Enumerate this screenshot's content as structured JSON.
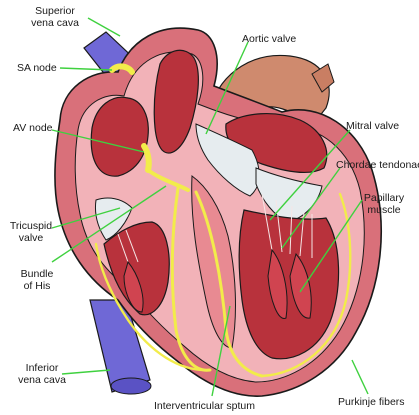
{
  "labels": {
    "superior_vena_cava": [
      "Superior",
      "vena cava"
    ],
    "sa_node": "SA node",
    "aortic_valve": "Aortic valve",
    "av_node": "AV node",
    "mitral_valve": "Mitral valve",
    "chordae_tendonae": "Chordae tendonae",
    "papillary_muscle": [
      "Papillary",
      "muscle"
    ],
    "tricuspid_valve": [
      "Tricuspid",
      "valve"
    ],
    "bundle_of_his": [
      "Bundle",
      "of His"
    ],
    "inferior_vena_cava": [
      "Inferior",
      "vena cava"
    ],
    "interventricular_septum": "Interventricular sptum",
    "purkinje_fibers": "Purkinje fibers"
  },
  "colors": {
    "muscle_outer": "#d9707a",
    "muscle_light": "#f2b2b8",
    "chamber_dark": "#b8323c",
    "vena_cava": "#6f68d6",
    "aorta": "#cf8a6e",
    "conduction": "#f2ec4a",
    "leader_line": "#3fd13f",
    "outline": "#1a1a1a"
  }
}
